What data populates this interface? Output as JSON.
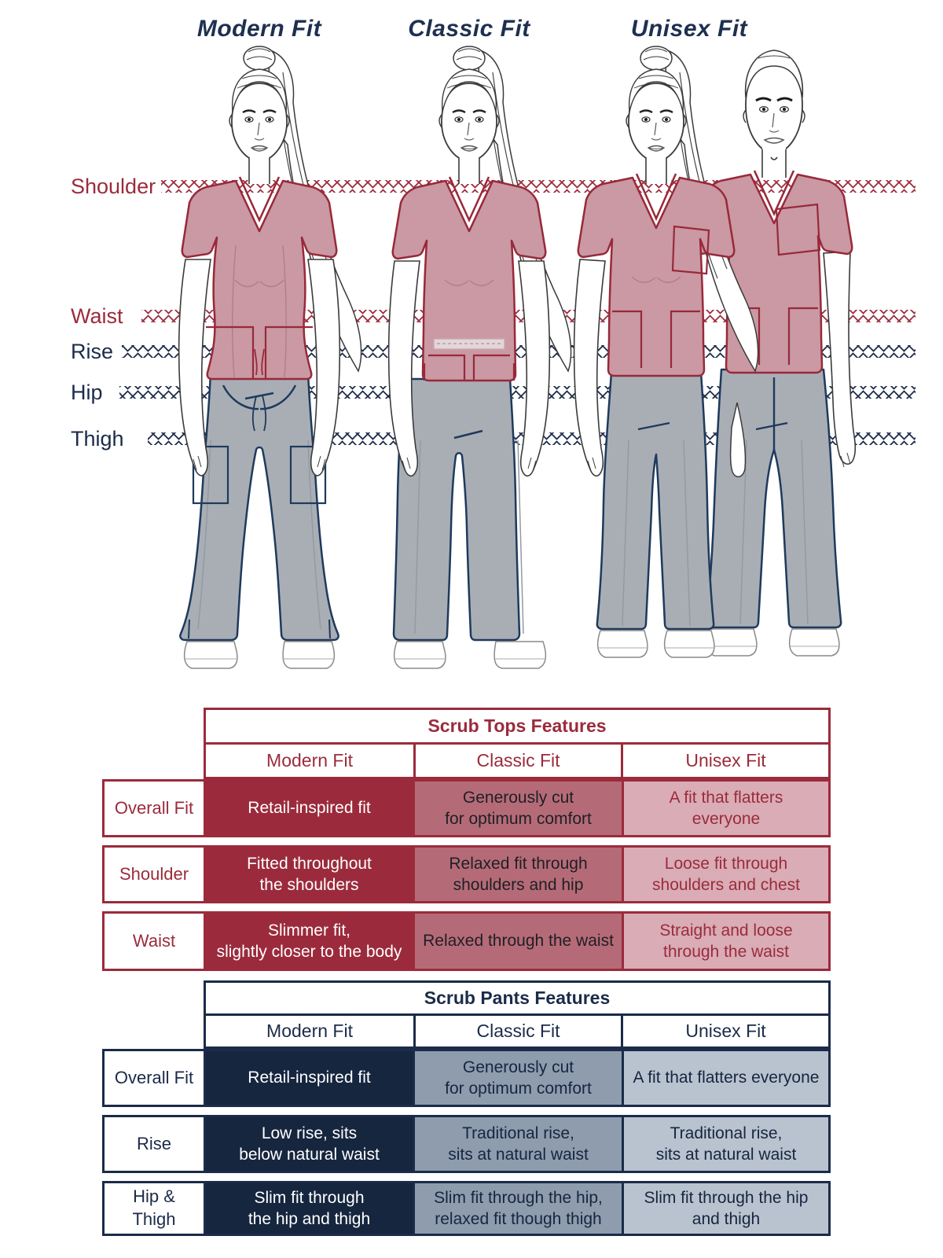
{
  "diagram": {
    "fit_titles": [
      {
        "id": "modern",
        "label": "Modern Fit"
      },
      {
        "id": "classic",
        "label": "Classic Fit"
      },
      {
        "id": "unisex",
        "label": "Unisex Fit"
      }
    ],
    "measurements": [
      {
        "id": "shoulder",
        "label": "Shoulder",
        "color": "#9B2B3C"
      },
      {
        "id": "waist",
        "label": "Waist",
        "color": "#9B2B3C"
      },
      {
        "id": "rise",
        "label": "Rise",
        "color": "#1B2B49"
      },
      {
        "id": "hip",
        "label": "Hip",
        "color": "#1B2B49"
      },
      {
        "id": "thigh",
        "label": "Thigh",
        "color": "#1B2B49"
      }
    ]
  },
  "tops_table": {
    "title": "Scrub Tops Features",
    "columns": [
      "Modern Fit",
      "Classic Fit",
      "Unisex Fit"
    ],
    "rows": [
      {
        "label": "Overall Fit",
        "cells": [
          "Retail-inspired fit",
          "Generously cut\nfor optimum comfort",
          "A fit that flatters\neveryone"
        ]
      },
      {
        "label": "Shoulder",
        "cells": [
          "Fitted throughout\nthe shoulders",
          "Relaxed fit through\nshoulders and hip",
          "Loose fit through\nshoulders and chest"
        ]
      },
      {
        "label": "Waist",
        "cells": [
          "Slimmer fit,\nslightly closer to the body",
          "Relaxed through the waist",
          "Straight and loose\nthrough the waist"
        ]
      }
    ]
  },
  "pants_table": {
    "title": "Scrub Pants Features",
    "columns": [
      "Modern Fit",
      "Classic Fit",
      "Unisex Fit"
    ],
    "rows": [
      {
        "label": "Overall Fit",
        "cells": [
          "Retail-inspired fit",
          "Generously cut\nfor optimum comfort",
          "A fit that flatters everyone"
        ]
      },
      {
        "label": "Rise",
        "cells": [
          "Low rise, sits\nbelow natural waist",
          "Traditional rise,\nsits at natural waist",
          "Traditional rise,\nsits at natural waist"
        ]
      },
      {
        "label": "Hip & Thigh",
        "cells": [
          "Slim fit through\nthe hip and thigh",
          "Slim fit through the hip,\nrelaxed fit though thigh",
          "Slim fit through the hip\nand thigh"
        ]
      }
    ]
  },
  "colors": {
    "dark_red": "#9B2B3C",
    "medium_red": "#B56B77",
    "light_red": "#D9ACB6",
    "navy": "#16263F",
    "navy_border": "#1B2B49",
    "medium_blue": "#8E9CAE",
    "light_blue": "#B9C3CF",
    "top_fill": "#CA99A3",
    "top_trim": "#98293A",
    "pants_fill": "#A9AEB5",
    "pants_line": "#1E3A5C"
  }
}
